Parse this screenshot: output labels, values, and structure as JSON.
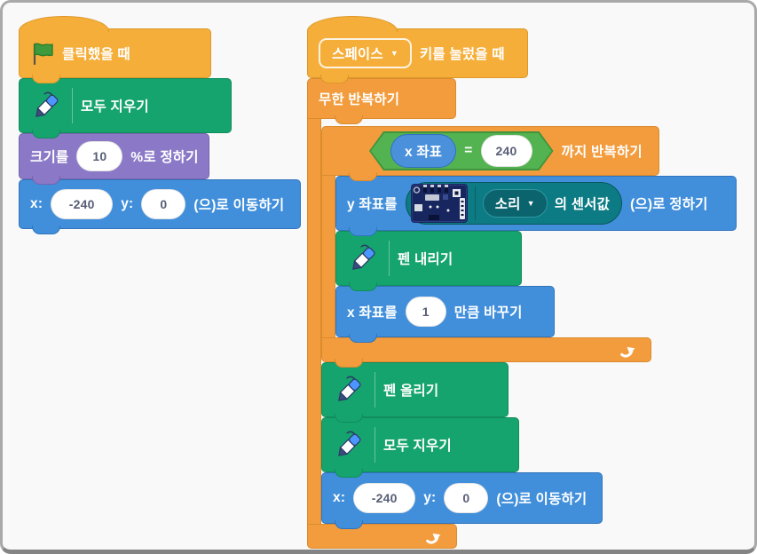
{
  "colors": {
    "events": "#F5AE39",
    "control": "#F29C3D",
    "motion": "#418FDB",
    "looks": "#8B79C7",
    "pen": "#16A46E",
    "operators": "#54B351",
    "sensor_extension": "#0D7B84",
    "canvas_bg": "#f9f9f9",
    "value_text": "#575E75"
  },
  "left_stack": {
    "hat": {
      "label": "클릭했을 때"
    },
    "erase": {
      "label": "모두 지우기"
    },
    "set_size": {
      "pre": "크기를",
      "value": "10",
      "post": "%로 정하기"
    },
    "move": {
      "x_label": "x:",
      "x_value": "-240",
      "y_label": "y:",
      "y_value": "0",
      "post": "(으)로 이동하기"
    }
  },
  "right_stack": {
    "hat": {
      "key": "스페이스",
      "arrow": "▼",
      "label": "키를 눌렀을 때"
    },
    "forever": {
      "label": "무한 반복하기"
    },
    "repeat_until": {
      "operand_left": "x 좌표",
      "op": "=",
      "operand_right": "240",
      "label": "까지 반복하기"
    },
    "set_y": {
      "pre": "y 좌표를",
      "sound_key": "소리",
      "arrow": "▼",
      "sensor_label": "의 센서값",
      "post": "(으)로 정하기"
    },
    "pen_down": {
      "label": "펜 내리기"
    },
    "change_x": {
      "pre": "x 좌표를",
      "value": "1",
      "post": "만큼 바꾸기"
    },
    "pen_up": {
      "label": "펜 올리기"
    },
    "erase": {
      "label": "모두 지우기"
    },
    "move": {
      "x_label": "x:",
      "x_value": "-240",
      "y_label": "y:",
      "y_value": "0",
      "post": "(으)로 이동하기"
    }
  }
}
